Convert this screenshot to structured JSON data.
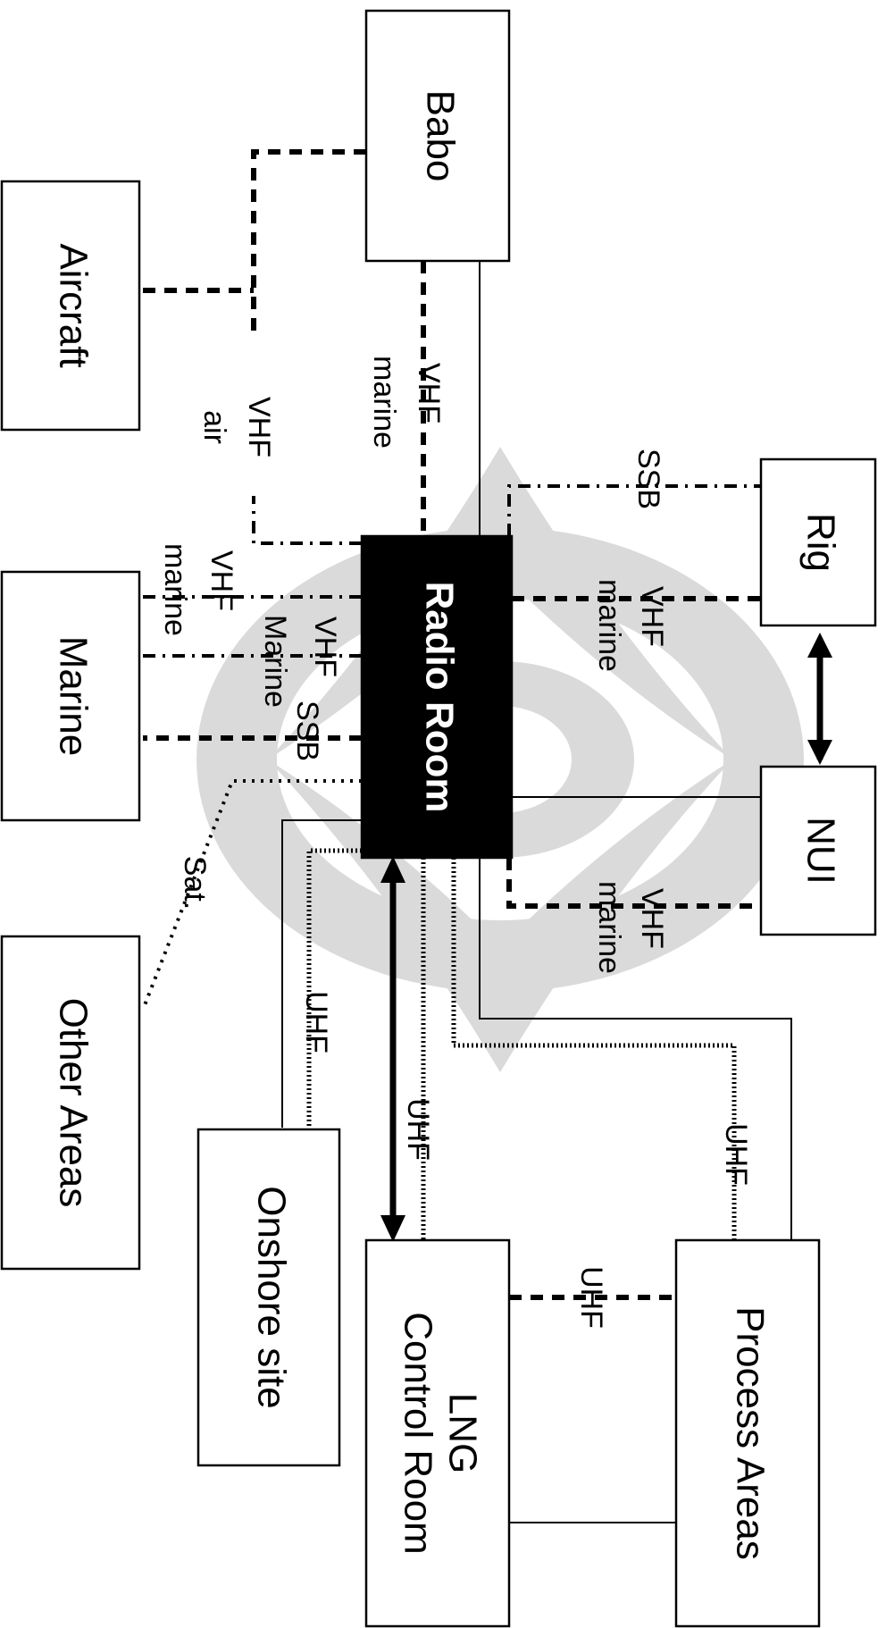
{
  "nodes": {
    "babo": "Babo",
    "aircraft": "Aircraft",
    "marine": "Marine",
    "other_areas": "Other Areas",
    "radio_room": "Radio Room",
    "rig": "Rig",
    "nui": "NUI",
    "onshore_site": "Onshore site",
    "lng_line1": "LNG",
    "lng_line2": "Control Room",
    "process_areas": "Process Areas"
  },
  "links": {
    "babo_vhf": "VHF",
    "babo_marine": "marine",
    "aircraft_vhf": "VHF",
    "aircraft_air": "air",
    "marine_vhf": "VHF",
    "marine_marine": "marine",
    "vhf_ssb_1": "VHF",
    "vhf_ssb_2": "SSB",
    "vhf_ssb_3": "Marine",
    "sat": "Sat.",
    "rig_ssb": "SSB",
    "rig_vhf": "VHF",
    "rig_marine": "marine",
    "nui_vhf": "VHF",
    "nui_marine": "marine",
    "onshore_uhf": "UHF",
    "lng_uhf": "UHF",
    "process_uhf": "UHF",
    "process_lng_uhf": "UHF"
  }
}
